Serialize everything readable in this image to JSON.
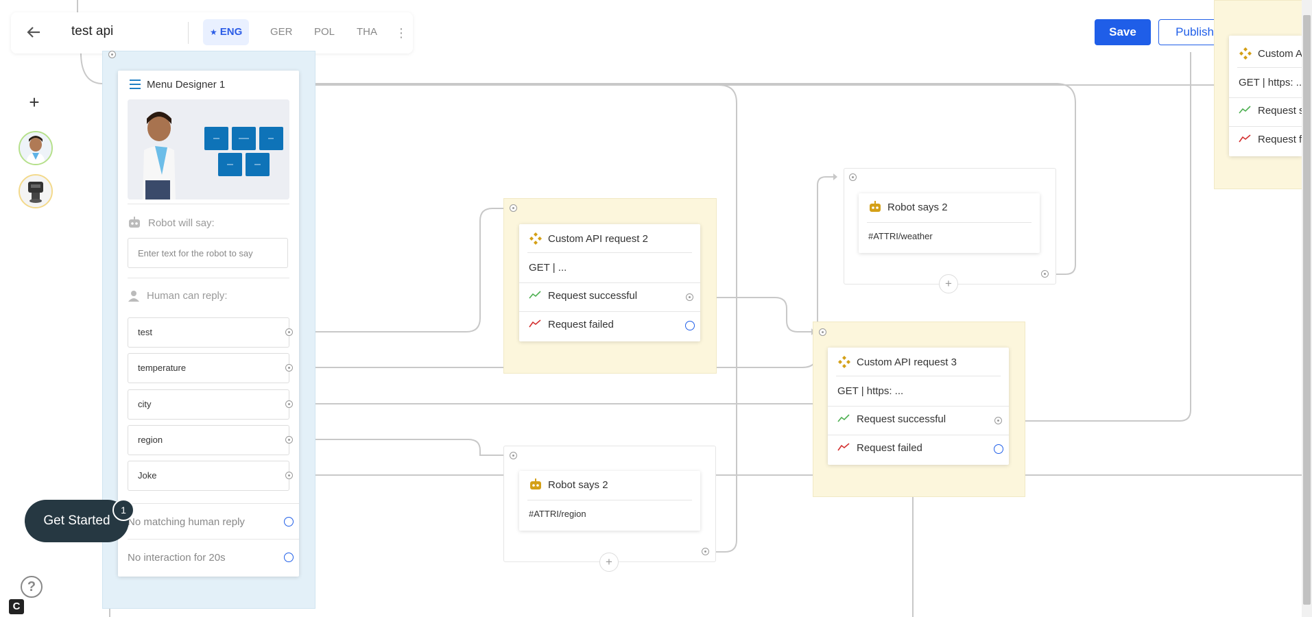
{
  "header": {
    "title": "test api",
    "languages": [
      {
        "label": "ENG",
        "active": true
      },
      {
        "label": "GER",
        "active": false
      },
      {
        "label": "POL",
        "active": false
      },
      {
        "label": "THA",
        "active": false
      }
    ],
    "more": "⋮",
    "save_label": "Save",
    "publish_label": "Publish to robots"
  },
  "toolbar": {
    "add": "+",
    "help": "?"
  },
  "get_started": {
    "label": "Get Started",
    "badge": "1"
  },
  "brand_letter": "C",
  "menu_designer": {
    "title": "Menu Designer 1",
    "robot_will_say": "Robot will say:",
    "say_placeholder": "Enter text for the robot to say",
    "human_can_reply": "Human can reply:",
    "replies": [
      "test",
      "temperature",
      "city",
      "region",
      "Joke"
    ],
    "no_match": "No matching human reply",
    "no_interaction": "No interaction for 20s"
  },
  "api1": {
    "title": "Custom API request 2",
    "method": "GET | ...",
    "success": "Request successful",
    "failed": "Request failed"
  },
  "api2": {
    "title": "Custom API request 3",
    "method": "GET | https: ...",
    "success": "Request successful",
    "failed": "Request failed"
  },
  "api3": {
    "title": "Custom A",
    "method": "GET | https: ..",
    "success": "Request s",
    "failed": "Request f"
  },
  "say1": {
    "title": "Robot says 2",
    "text": "#ATTRI/weather"
  },
  "say2": {
    "title": "Robot says 2",
    "text": "#ATTRI/region"
  },
  "colors": {
    "accent": "#1f5ee8",
    "api_zone": "#fcf6dc",
    "menu_zone": "#e3f0f8",
    "success": "#4caf50",
    "failed": "#d32f2f",
    "icon_gold": "#d4a017"
  }
}
